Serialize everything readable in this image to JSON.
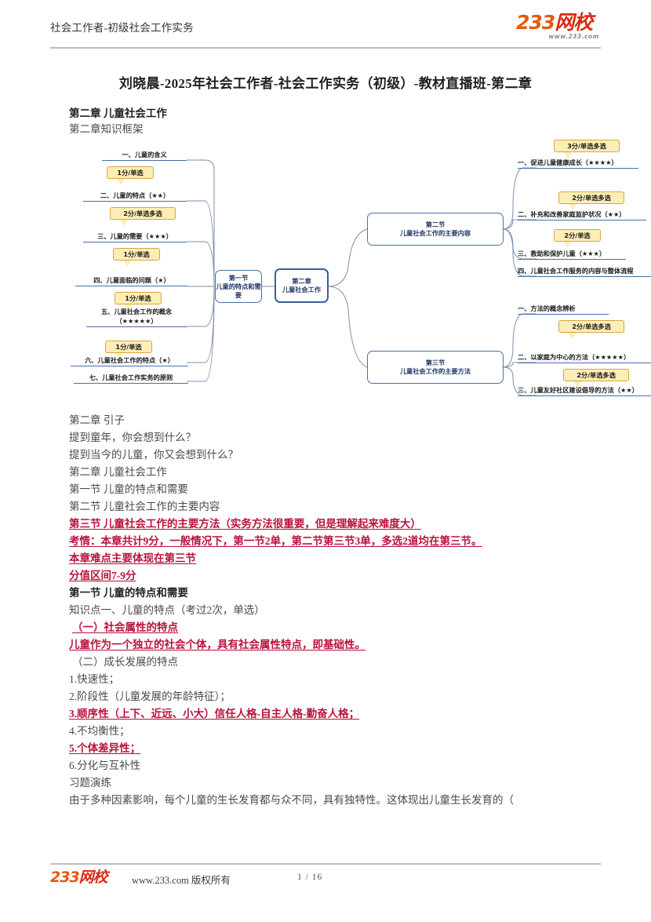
{
  "header": {
    "title": "社会工作者-初级社会工作实务",
    "logo": {
      "num": "233",
      "cn": "网校",
      "url": "www.233.com"
    }
  },
  "doc_title": "刘晓晨-2025年社会工作者-社会工作实务（初级）-教材直播班-第二章",
  "intro": [
    {
      "text": "第二章  儿童社会工作",
      "style": "b"
    },
    {
      "text": "第二章知识框架",
      "style": "g"
    }
  ],
  "mindmap": {
    "center": {
      "line1": "第二章",
      "line2": "儿童社会工作"
    },
    "section1": {
      "line1": "第一节",
      "line2": "儿童的特点和需要"
    },
    "section2": {
      "line1": "第二节",
      "line2": "儿童社会工作的主要内容"
    },
    "section3": {
      "line1": "第三节",
      "line2": "儿童社会工作的主要方法"
    },
    "s1_leaves": [
      "一、儿童的含义",
      "二、儿童的特点（★★）",
      "三、儿童的需要（★★★）",
      "四、儿童面临的问题（★）",
      "五、儿童社会工作的概念（★★★★★）",
      "六、儿童社会工作的特点（★）",
      "七、儿童社会工作实务的原则"
    ],
    "s1_callouts": [
      "1分/单选",
      "2分/单选多选",
      "1分/单选",
      "1分/单选",
      "1分/单选"
    ],
    "s2_leaves": [
      "一、促进儿童健康成长（★★★★）",
      "二、补充和改善家庭监护状况（★★）",
      "三、救助和保护儿童（★★★）",
      "四、儿童社会工作服务的内容与整体流程"
    ],
    "s2_callouts": [
      "3分/单选多选",
      "2分/单选多选",
      "2分/单选"
    ],
    "s3_leaves": [
      "一、方法的概念辨析",
      "二、以家庭为中心的方法（★★★★★）",
      "三、儿童友好社区建设倡导的方法（★★）"
    ],
    "s3_callouts": [
      "2分/单选多选",
      "2分/单选多选"
    ]
  },
  "body_lines": [
    {
      "text": "第二章  引子",
      "style": "g"
    },
    {
      "text": "提到童年，你会想到什么？",
      "style": "g"
    },
    {
      "text": "提到当今的儿童，你又会想到什么？",
      "style": "g"
    },
    {
      "text": "第二章  儿童社会工作",
      "style": "g"
    },
    {
      "text": "第一节  儿童的特点和需要",
      "style": "g"
    },
    {
      "text": "第二节  儿童社会工作的主要内容",
      "style": "g"
    },
    {
      "text": "第三节  儿童社会工作的主要方法（实务方法很重要，但是理解起来难度大）",
      "style": "red"
    },
    {
      "text": "考情：本章共计9分，一般情况下，第一节2单，第二节第三节3单，多选2道均在第三节。",
      "style": "red"
    },
    {
      "text": "本章难点主要体现在第三节",
      "style": "red"
    },
    {
      "text": "分值区间7-9分",
      "style": "red"
    },
    {
      "text": "第一节  儿童的特点和需要",
      "style": "b"
    },
    {
      "text": "知识点一、儿童的特点（考过2次，单选）",
      "style": "g"
    },
    {
      "text": "（一）社会属性的特点",
      "style": "red"
    },
    {
      "text": "儿童作为一个独立的社会个体，具有社会属性特点，即基础性。",
      "style": "red"
    },
    {
      "text": "（二）成长发展的特点",
      "style": "g"
    },
    {
      "text": "1.快速性；",
      "style": "g"
    },
    {
      "text": "2.阶段性（儿童发展的年龄特征）；",
      "style": "g"
    },
    {
      "text": "3.顺序性（上下、近远、小大）信任人格-自主人格-勤奋人格；",
      "style": "red"
    },
    {
      "text": "4.不均衡性；",
      "style": "g"
    },
    {
      "text": "5.个体差异性；",
      "style": "red"
    },
    {
      "text": "6.分化与互补性",
      "style": "g"
    },
    {
      "text": "习题演练",
      "style": "g"
    },
    {
      "text": "由于多种因素影响，每个儿童的生长发育都与众不同，具有独特性。这体现出儿童生长发育的（",
      "style": "g"
    }
  ],
  "footer": {
    "logo": {
      "num": "233",
      "cn": "网校"
    },
    "text": "www.233.com 版权所有",
    "page": "1 / 16"
  },
  "colors": {
    "brand_orange": "#e8590c",
    "brand_red": "#d92b12",
    "accent_blue": "#4a6fa5",
    "highlight_red": "#b9123c",
    "callout_yellow": "#fdeeb5"
  }
}
